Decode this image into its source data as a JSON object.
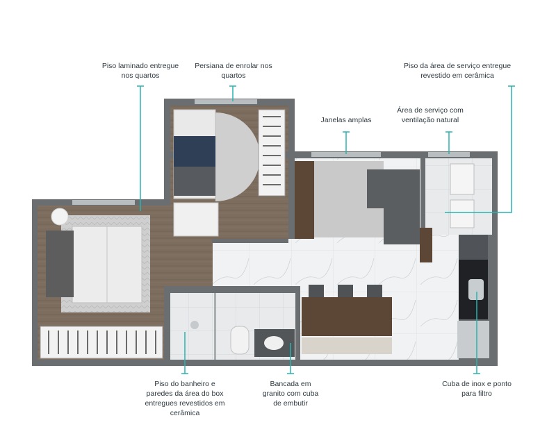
{
  "annotations": {
    "piso_quartos": {
      "lines": [
        "Piso laminado entregue",
        "nos quartos"
      ]
    },
    "persiana": {
      "lines": [
        "Persiana de enrolar nos",
        "quartos"
      ]
    },
    "piso_servico": {
      "lines": [
        "Piso da área de serviço entregue",
        "revestido em cerâmica"
      ]
    },
    "janelas": {
      "lines": [
        "Janelas amplas"
      ]
    },
    "area_servico": {
      "lines": [
        "Área de serviço com",
        "ventilação natural"
      ]
    },
    "piso_banheiro": {
      "lines": [
        "Piso do banheiro e",
        "paredes da área do box",
        "entregues revestidos em",
        "cerâmica"
      ]
    },
    "bancada": {
      "lines": [
        "Bancada em",
        "granito com cuba",
        "de embutir"
      ]
    },
    "cuba_inox": {
      "lines": [
        "Cuba de inox e ponto",
        "para filtro"
      ]
    }
  },
  "colors": {
    "wall": "#6b6e70",
    "wood": "#7a6a5c",
    "marble": "#eceef0",
    "tile": "#dfe3e6",
    "accent": "#29b3b0",
    "text": "#2f3a40"
  }
}
